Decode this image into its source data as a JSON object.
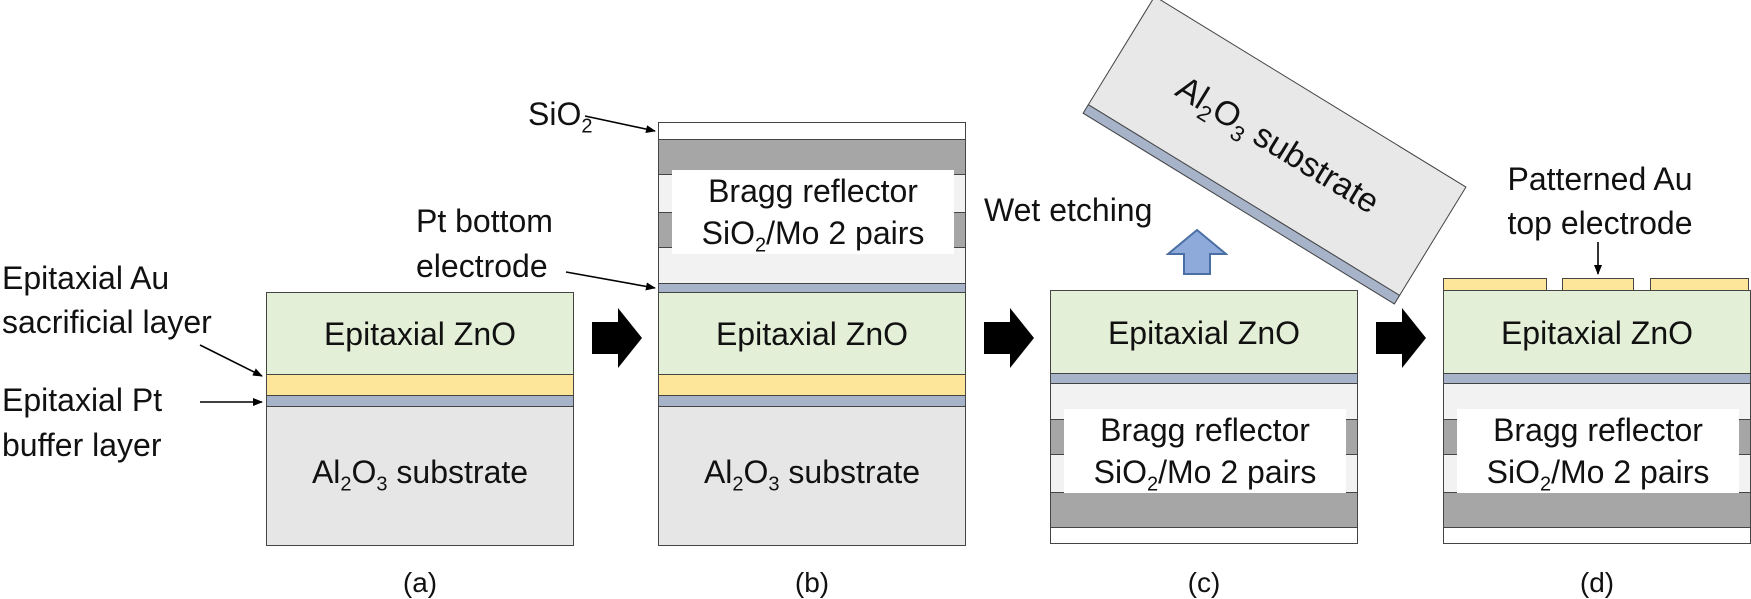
{
  "labels": {
    "au_sacrificial_1": "Epitaxial Au",
    "au_sacrificial_2": "sacrificial layer",
    "pt_buffer_1": "Epitaxial Pt",
    "pt_buffer_2": "buffer layer",
    "sio2_base": "SiO",
    "sio2_sub": "2",
    "pt_bottom_1": "Pt bottom",
    "pt_bottom_2": "electrode",
    "wet_etching": "Wet etching",
    "patterned_1": "Patterned Au",
    "patterned_2": "top electrode"
  },
  "layers": {
    "zno": "Epitaxial ZnO",
    "bragg_1": "Bragg reflector",
    "bragg_2_pre": "SiO",
    "bragg_2_sub": "2",
    "bragg_2_post": "/Mo 2 pairs",
    "sub_al": "Al",
    "sub_2": "2",
    "sub_o": "O",
    "sub_3": "3",
    "sub_rest": " substrate"
  },
  "captions": [
    "(a)",
    "(b)",
    "(c)",
    "(d)"
  ],
  "colors": {
    "zno": "#e3efd6",
    "au": "#fde59a",
    "pt": "#a7b3c9",
    "substrate": "#e6e6e6",
    "mo": "#a6a6a6",
    "lift_arrow": "#8eaadb",
    "process_arrow": "#000000"
  }
}
